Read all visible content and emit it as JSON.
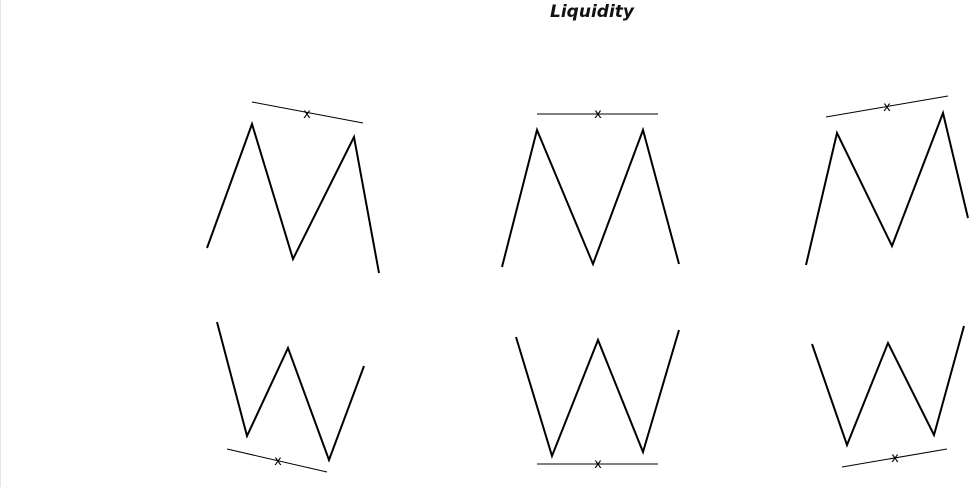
{
  "title": "Liquidity",
  "marker": "x",
  "patterns": [
    {
      "shape": "M",
      "level": "descending"
    },
    {
      "shape": "M",
      "level": "flat"
    },
    {
      "shape": "M",
      "level": "ascending"
    },
    {
      "shape": "W",
      "level": "descending"
    },
    {
      "shape": "W",
      "level": "flat"
    },
    {
      "shape": "W",
      "level": "ascending"
    }
  ]
}
